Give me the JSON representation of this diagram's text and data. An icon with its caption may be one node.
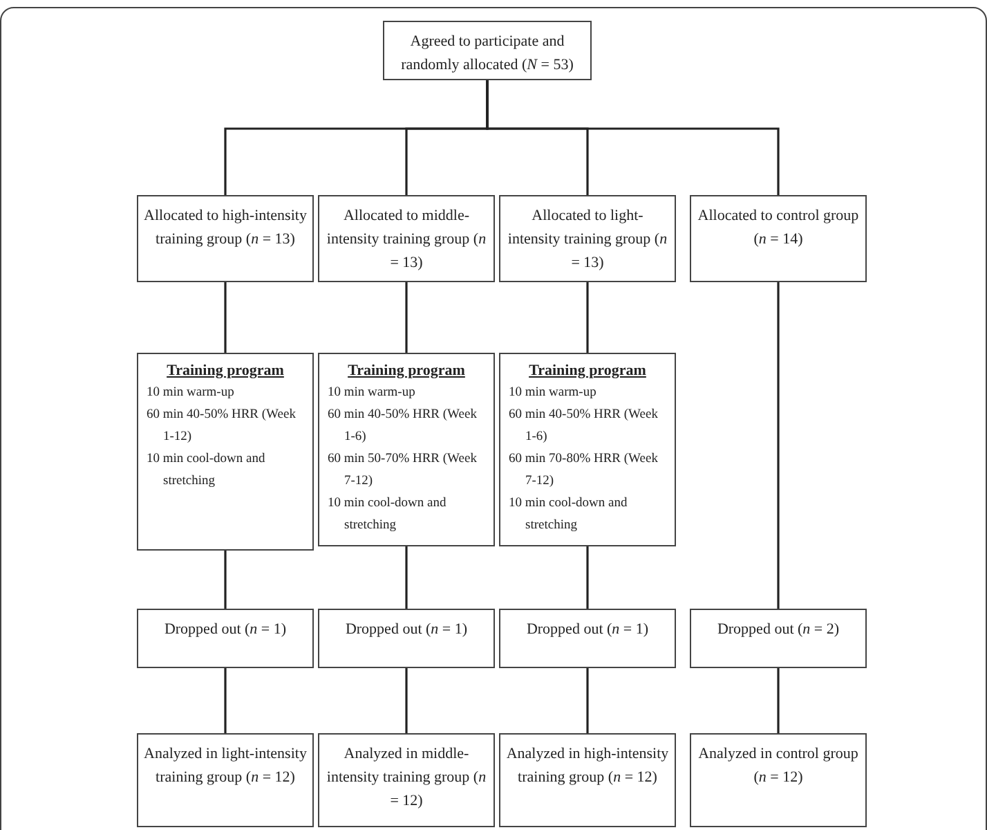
{
  "diagram": {
    "nodes": [
      {
        "text": [
          "Agreed to participate and randomly allocated (*N* = 53)"
        ]
      },
      {
        "text": [
          "Allocated to high-intensity training group (*n* = 13)"
        ]
      },
      {
        "text": [
          "Allocated to middle-intensity training group (*n* = 13)"
        ]
      },
      {
        "text": [
          "Allocated to light-intensity training group (*n* = 13)"
        ]
      },
      {
        "text": [
          "Allocated to control group (*n* = 14)"
        ]
      },
      {
        "text": [
          "Training program",
          "10 min warm-up",
          "60 min 40-50% HRR (Week 1-12)",
          "10 min cool-down and stretching"
        ]
      },
      {
        "text": [
          "Training program",
          "10 min warm-up",
          "60 min 40-50% HRR (Week 1-6)",
          "60 min 50-70% HRR (Week 7-12)",
          "10 min cool-down and stretching"
        ]
      },
      {
        "text": [
          "Training program",
          "10 min warm-up",
          "60 min 40-50% HRR (Week 1-6)",
          "60 min 70-80% HRR (Week 7-12)",
          "10 min cool-down and stretching"
        ]
      },
      {
        "text": [
          "Dropped out (*n* = 1)"
        ]
      },
      {
        "text": [
          "Dropped out (*n* = 1)"
        ]
      },
      {
        "text": [
          "Dropped out (*n* = 1)"
        ]
      },
      {
        "text": [
          "Dropped out (*n* = 2)"
        ]
      },
      {
        "text": [
          "Analyzed in light-intensity training group (*n* = 12)"
        ]
      },
      {
        "text": [
          "Analyzed in middle-intensity training group (*n* = 12)"
        ]
      },
      {
        "text": [
          "Analyzed in high-intensity training group (*n* = 12)"
        ]
      },
      {
        "text": [
          "Analyzed in control group (*n* = 12)"
        ]
      }
    ],
    "edges": [
      {
        "from": 0,
        "to": 1,
        "arrow": "none"
      },
      {
        "from": 0,
        "to": 2,
        "arrow": "none"
      },
      {
        "from": 0,
        "to": 3,
        "arrow": "none"
      },
      {
        "from": 0,
        "to": 4,
        "arrow": "none"
      },
      {
        "from": 1,
        "to": 5,
        "arrow": "none"
      },
      {
        "from": 2,
        "to": 6,
        "arrow": "none"
      },
      {
        "from": 3,
        "to": 7,
        "arrow": "none"
      },
      {
        "from": 4,
        "to": 11,
        "arrow": "none"
      },
      {
        "from": 5,
        "to": 8,
        "arrow": "none"
      },
      {
        "from": 6,
        "to": 9,
        "arrow": "none"
      },
      {
        "from": 7,
        "to": 10,
        "arrow": "none"
      },
      {
        "from": 8,
        "to": 12,
        "arrow": "none"
      },
      {
        "from": 9,
        "to": 13,
        "arrow": "none"
      },
      {
        "from": 10,
        "to": 14,
        "arrow": "none"
      },
      {
        "from": 11,
        "to": 15,
        "arrow": "none"
      }
    ]
  }
}
